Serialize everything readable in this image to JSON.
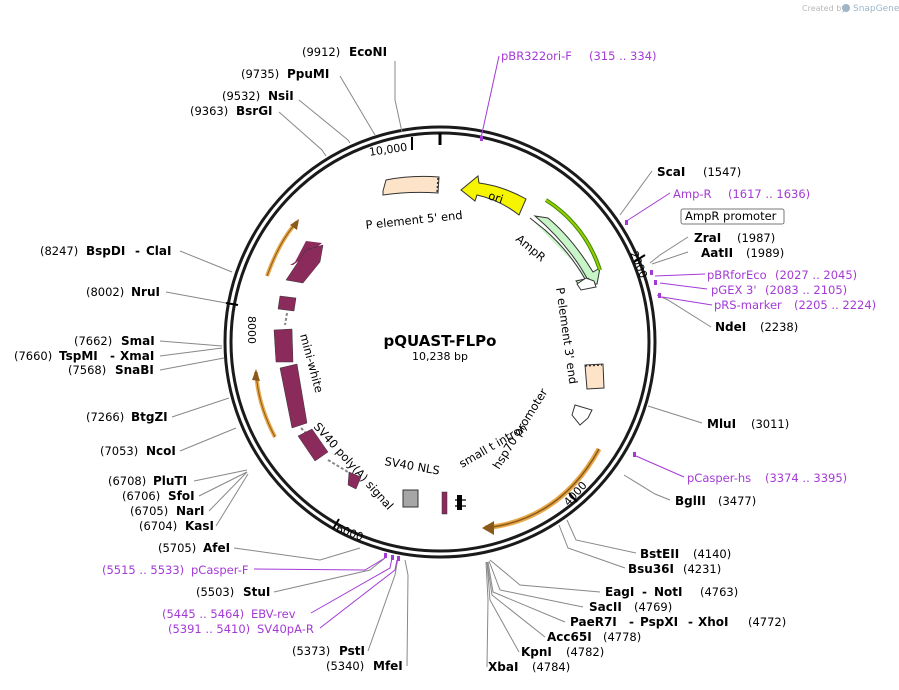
{
  "credit": {
    "text": "Created by",
    "brand": "SnapGene"
  },
  "plasmid": {
    "name": "pQUAST-FLPo",
    "length_text": "10,238 bp",
    "length_bp": 10238
  },
  "ticks": [
    {
      "bp": 10000,
      "label": "10,000"
    },
    {
      "bp": 2000,
      "label": "2000"
    },
    {
      "bp": 4000,
      "label": "4000"
    },
    {
      "bp": 6000,
      "label": "6000"
    },
    {
      "bp": 8000,
      "label": "8000"
    }
  ],
  "sites": [
    {
      "id": "econi",
      "pos": "(9912)",
      "name": "EcoNI"
    },
    {
      "id": "ppumi",
      "pos": "(9735)",
      "name": "PpuMI"
    },
    {
      "id": "nsii",
      "pos": "(9532)",
      "name": "NsiI"
    },
    {
      "id": "bsrgi",
      "pos": "(9363)",
      "name": "BsrGI"
    },
    {
      "id": "scai",
      "pos": "(1547)",
      "name": "ScaI"
    },
    {
      "id": "zrai",
      "pos": "(1987)",
      "name": "ZraI"
    },
    {
      "id": "aatii",
      "pos": "(1989)",
      "name": "AatII"
    },
    {
      "id": "ndei",
      "pos": "(2238)",
      "name": "NdeI"
    },
    {
      "id": "mlui",
      "pos": "(3011)",
      "name": "MluI"
    },
    {
      "id": "bglii",
      "pos": "(3477)",
      "name": "BglII"
    },
    {
      "id": "bsteii",
      "pos": "(4140)",
      "name": "BstEII"
    },
    {
      "id": "bsu36i",
      "pos": "(4231)",
      "name": "Bsu36I"
    },
    {
      "id": "eagi",
      "pos": "(4763)",
      "name": "EagI",
      "name2": "NotI"
    },
    {
      "id": "sacii",
      "pos": "(4769)",
      "name": "SacII"
    },
    {
      "id": "paer7i",
      "pos": "(4772)",
      "name": "PaeR7I",
      "name2": "PspXI",
      "name3": "XhoI"
    },
    {
      "id": "acc65i",
      "pos": "(4778)",
      "name": "Acc65I"
    },
    {
      "id": "kpni",
      "pos": "(4782)",
      "name": "KpnI"
    },
    {
      "id": "xbai",
      "pos": "(4784)",
      "name": "XbaI"
    },
    {
      "id": "bspdi",
      "pos": "(8247)",
      "name": "BspDI",
      "name2": "ClaI"
    },
    {
      "id": "nrui",
      "pos": "(8002)",
      "name": "NruI"
    },
    {
      "id": "smai",
      "pos": "(7662)",
      "name": "SmaI"
    },
    {
      "id": "tspmi",
      "pos": "(7660)",
      "name": "TspMI",
      "name2": "XmaI"
    },
    {
      "id": "snabi",
      "pos": "(7568)",
      "name": "SnaBI"
    },
    {
      "id": "btgzi",
      "pos": "(7266)",
      "name": "BtgZI"
    },
    {
      "id": "ncoi",
      "pos": "(7053)",
      "name": "NcoI"
    },
    {
      "id": "pluti",
      "pos": "(6708)",
      "name": "PluTI"
    },
    {
      "id": "sfoi",
      "pos": "(6706)",
      "name": "SfoI"
    },
    {
      "id": "nari",
      "pos": "(6705)",
      "name": "NarI"
    },
    {
      "id": "kasi",
      "pos": "(6704)",
      "name": "KasI"
    },
    {
      "id": "afei",
      "pos": "(5705)",
      "name": "AfeI"
    },
    {
      "id": "stui",
      "pos": "(5503)",
      "name": "StuI"
    },
    {
      "id": "psti",
      "pos": "(5373)",
      "name": "PstI"
    },
    {
      "id": "mfei",
      "pos": "(5340)",
      "name": "MfeI"
    }
  ],
  "primers": [
    {
      "id": "pbr322ori",
      "name": "pBR322ori-F",
      "range": "(315 .. 334)"
    },
    {
      "id": "ampr",
      "name": "Amp-R",
      "range": "(1617 .. 1636)"
    },
    {
      "id": "pbrforeco",
      "name": "pBRforEco",
      "range": "(2027 .. 2045)"
    },
    {
      "id": "pgex3",
      "name": "pGEX 3'",
      "range": "(2083 .. 2105)"
    },
    {
      "id": "prsmarker",
      "name": "pRS-marker",
      "range": "(2205 .. 2224)"
    },
    {
      "id": "pcasperhs",
      "name": "pCasper-hs",
      "range": "(3374 .. 3395)"
    },
    {
      "id": "pcasperf",
      "name": "pCasper-F",
      "range": "(5515 .. 5533)"
    },
    {
      "id": "ebvrev",
      "name": "EBV-rev",
      "range": "(5445 .. 5464)"
    },
    {
      "id": "sv40par",
      "name": "SV40pA-R",
      "range": "(5391 .. 5410)"
    }
  ],
  "features": {
    "p5": "P element 5' end",
    "ori": "ori",
    "ampr": "AmpR",
    "amp_promoter": "AmpR promoter",
    "p3": "P element 3' end",
    "hsp70": "hsp70 promoter",
    "small_t": "small t intron",
    "sv40_nls": "SV40 NLS",
    "sv40_polya": "SV40 poly(A) signal",
    "mini_white": "mini-white"
  },
  "colors": {
    "backbone": "#1a1a1a",
    "primer": "#a43ad6",
    "mini_white": "#8b2b5c",
    "ori": "#f5f500",
    "ampr": "#c8f5c8",
    "p_element": "#fde3c8",
    "gene_highlight": "#e8a84a"
  }
}
